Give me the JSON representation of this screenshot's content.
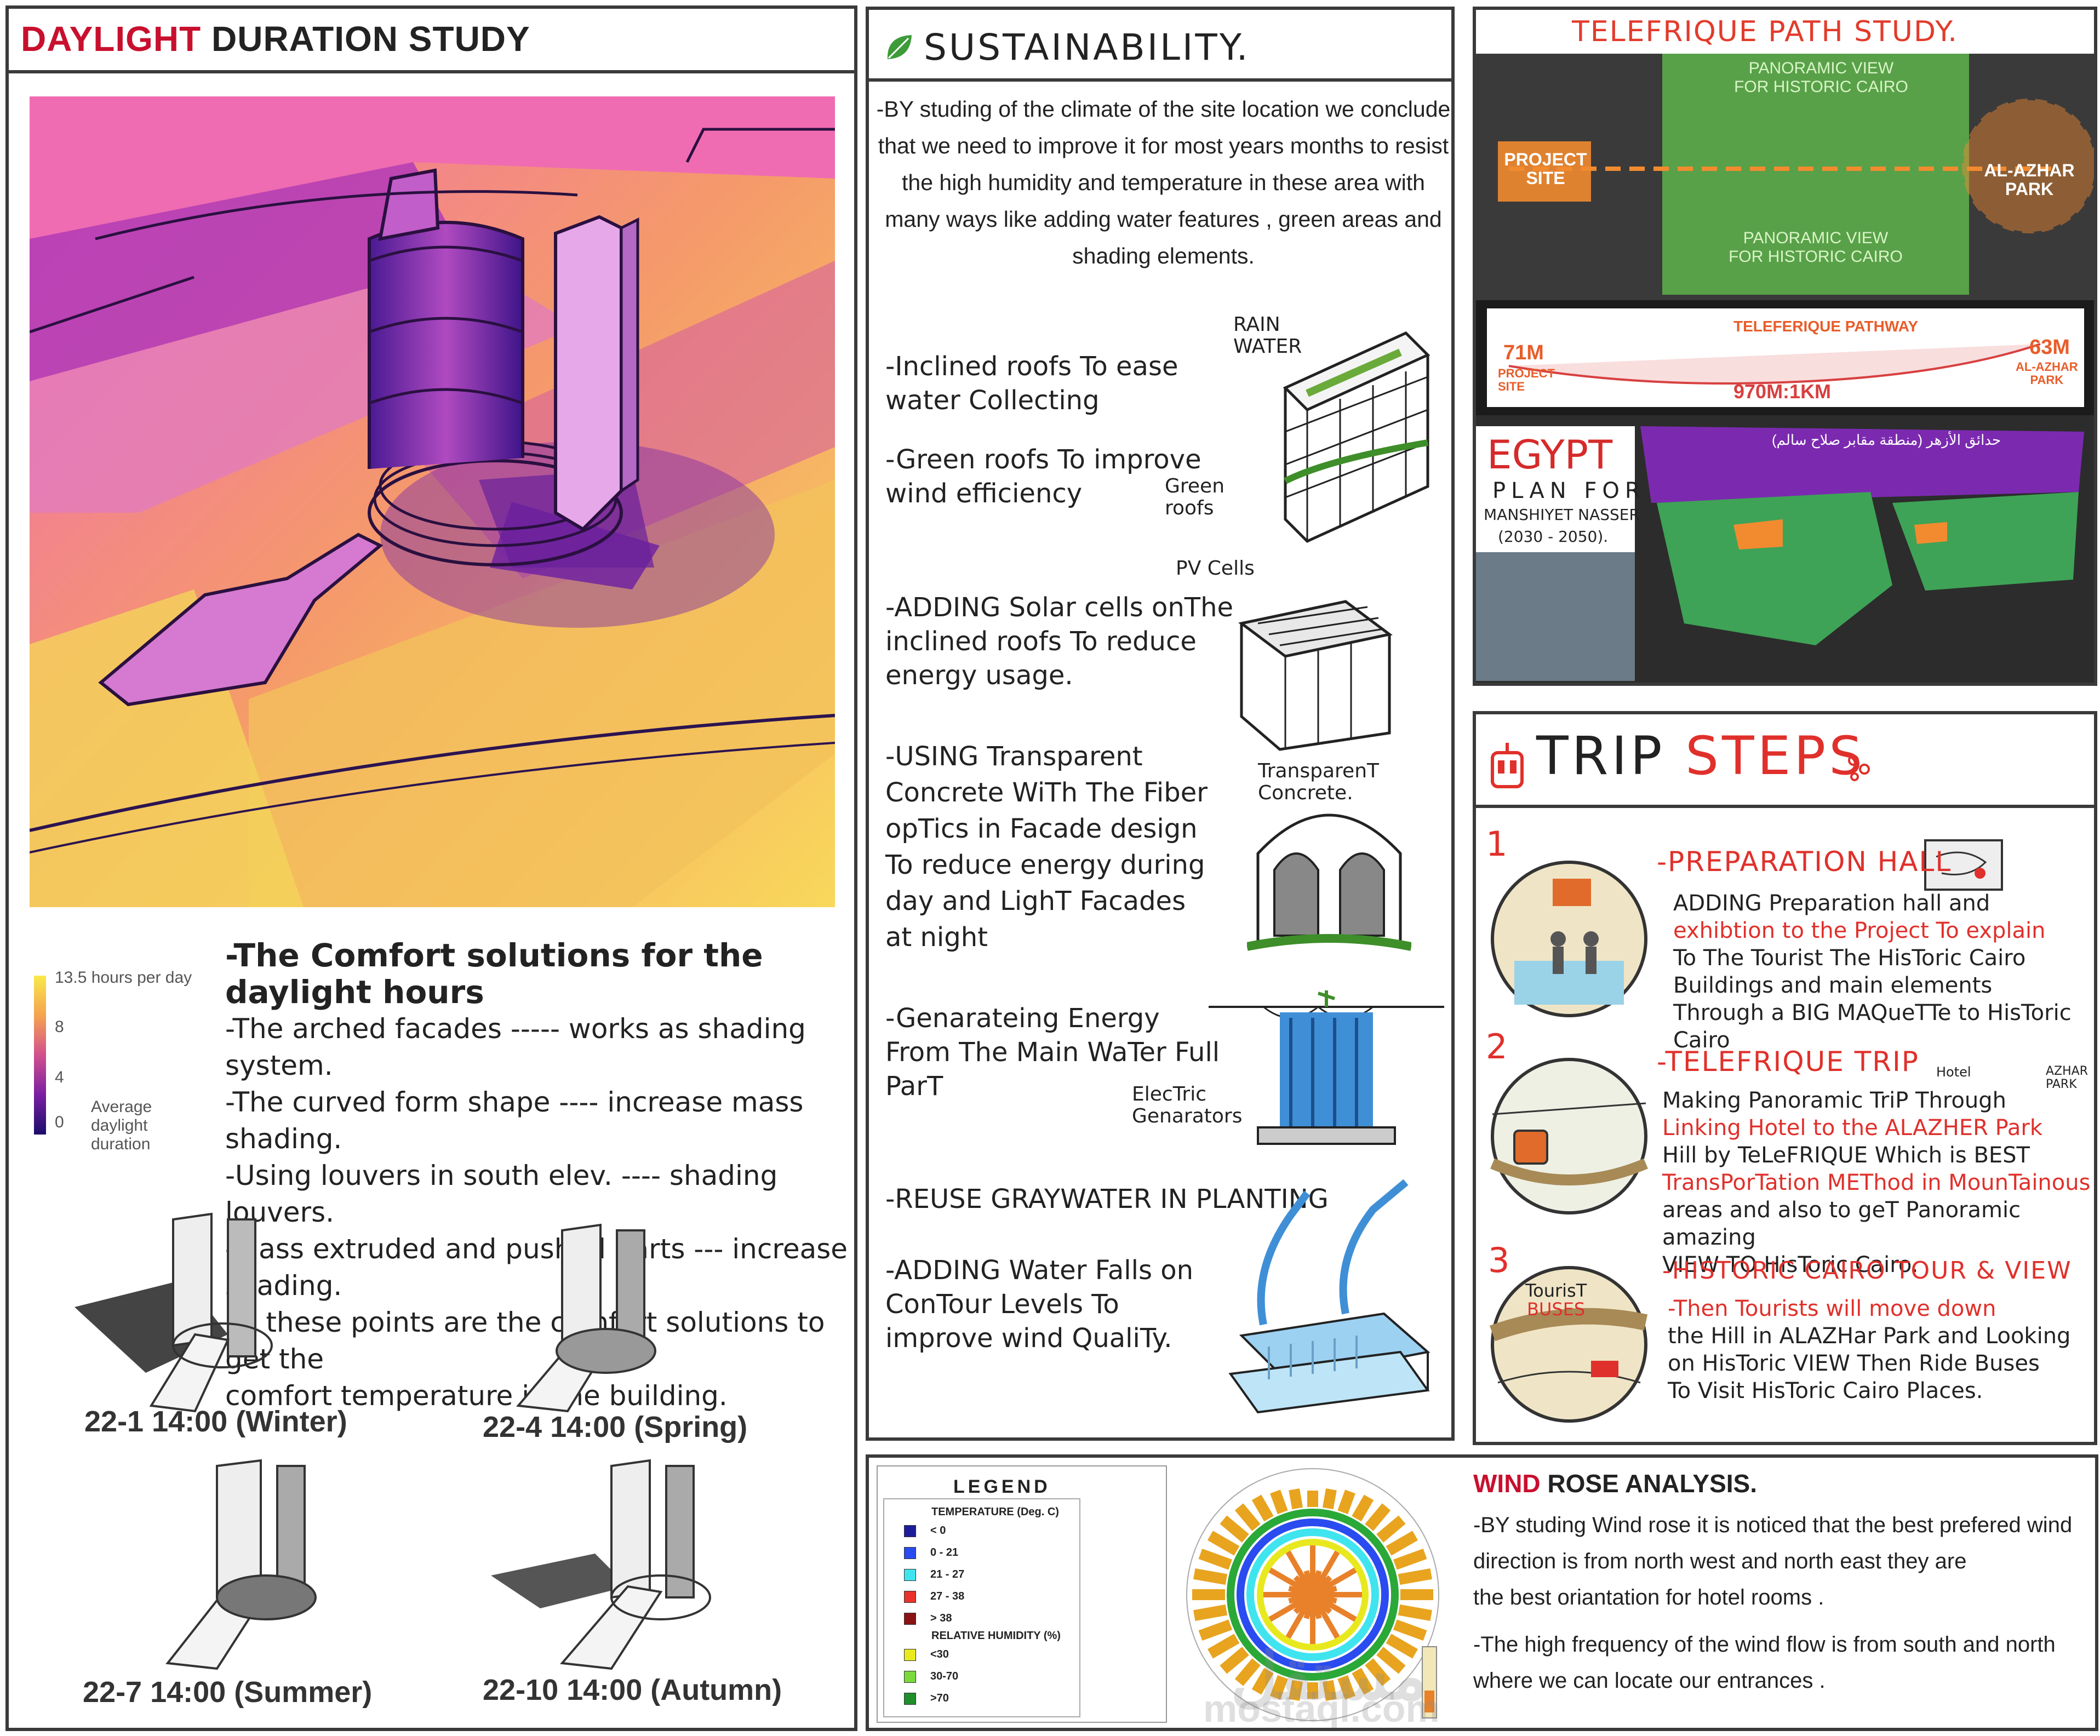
{
  "daylight": {
    "title_red": "DAYLIGHT",
    "title_rest": " DURATION STUDY",
    "legend_max": "13.5 hours per day",
    "legend_8": "8",
    "legend_4": "4",
    "legend_0": "0",
    "legend_caption_1": "Average",
    "legend_caption_2": "daylight",
    "legend_caption_3": "duration",
    "comfort_head": "-The Comfort solutions for the daylight hours",
    "comfort_lines": [
      "-The arched facades ----- works as shading system.",
      "-The curved form shape ---- increase mass shading.",
      "-Using louvers in south elev. ---- shading louvers.",
      "-Mass extruded and pushed parts --- increase shading.",
      "all these points are the comfort solutions to get the",
      "comfort  temperature in the building."
    ],
    "seasons": [
      "22-1  14:00  (Winter)",
      "22-4  14:00  (Spring)",
      "22-7  14:00  (Summer)",
      "22-10  14:00  (Autumn)"
    ]
  },
  "sustainability": {
    "title": "SUSTAINABILITY.",
    "intro": "-BY studing of the climate of the site location we conclude that we need to improve it for most years months to resist the high humidity and temperature in these area with many ways like adding water features , green areas and shading elements.",
    "items": [
      [
        "-Inclined roofs To ease",
        "water Collecting"
      ],
      [
        "-Green roofs  To improve",
        "wind efficiency"
      ],
      [
        "-ADDING Solar cells onThe",
        "inclined roofs To reduce",
        "energy usage."
      ],
      [
        "-USING Transparent",
        "Concrete WiTh The Fiber",
        "opTics in Facade design",
        "To reduce energy during",
        "day  and  LighT  Facades",
        "at night"
      ],
      [
        "-Genarateing Energy",
        "From The Main WaTer Full",
        "ParT"
      ],
      [
        "-REUSE GRAYWATER IN PLANTING"
      ],
      [
        "-ADDING Water Falls on",
        "ConTour Levels To",
        "improve wind QualiTy."
      ]
    ],
    "labels": {
      "rain_water_1": "RAIN",
      "rain_water_2": "WATER",
      "green_roofs_1": "Green",
      "green_roofs_2": "roofs",
      "pv_cells": "PV Cells",
      "transparent_1": "TransparenT",
      "transparent_2": "Concrete.",
      "electric_1": "ElecTric",
      "electric_2": "Genarators"
    }
  },
  "telefrique": {
    "title": "TELEFRIQUE PATH STUDY.",
    "panoramic_top_1": "PANORAMIC VIEW",
    "panoramic_top_2": "FOR HISTORIC CAIRO",
    "panoramic_bottom_1": "PANORAMIC VIEW",
    "panoramic_bottom_2": "FOR HISTORIC CAIRO",
    "project_site_1": "PROJECT",
    "project_site_2": "SITE",
    "park_1": "AL-AZHAR",
    "park_2": "PARK",
    "pathway": "TELEFERIQUE PATHWAY",
    "h_left": "71M",
    "h_left_sub_1": "PROJECT",
    "h_left_sub_2": "SITE",
    "h_right": "63M",
    "h_right_sub_1": "AL-AZHAR",
    "h_right_sub_2": "PARK",
    "distance": "970M:1KM",
    "egypt": "EGYPT",
    "plan": "PLAN FOR",
    "manshiyet": "MANSHIYET NASSER",
    "years": "(2030 - 2050).",
    "arabic_title": "حدائق الأزهر (منطقة مقابر صلاح سالم)"
  },
  "trip": {
    "title_a": "TRIP",
    "title_b": " STEPS",
    "steps": [
      {
        "num": "1",
        "title": "-PREPARATION HALL",
        "lines": [
          "ADDING Preparation hall and",
          "exhibtion to the Project To explain",
          "To The Tourist The HisToric Cairo",
          "Buildings  and  main elements",
          "Through a  BIG MAQueTTe to HisToric Cairo"
        ]
      },
      {
        "num": "2",
        "title": "-TELEFRIQUE TRIP",
        "lines": [
          "Making  Panoramic  TriP Through",
          "Linking  Hotel  to the ALAZHER Park",
          "Hill  by  TeLeFRIQUE  Which is BEST",
          "TransPorTation METhod in MounTainous",
          "areas and also to geT Panoramic amazing",
          "VIEW TO  HisToric  Cairo."
        ]
      },
      {
        "num": "3",
        "title": "-HISTORIC CAIRO TOUR & VIEW",
        "lines": [
          "-Then Tourists will move down",
          "the Hill  in  ALAZHar Park and Looking",
          "on HisToric VIEW Then  Ride Buses",
          "To Visit  HisToric  Cairo Places."
        ]
      }
    ],
    "sketch_labels": {
      "tourist_1": "TourisT",
      "tourist_2": "BUSES",
      "hotel": "Hotel",
      "azhar_park_1": "AZHAR",
      "azhar_park_2": "PARK"
    }
  },
  "wind": {
    "legend_title": "LEGEND",
    "temp_title": "TEMPERATURE (Deg. C)",
    "temp_rows": [
      {
        "label": "< 0",
        "color": "#1d1d9a"
      },
      {
        "label": "0  -  21",
        "color": "#2a4bf0"
      },
      {
        "label": "21  -  27",
        "color": "#3fe4ef"
      },
      {
        "label": "27  -  38",
        "color": "#e8322a"
      },
      {
        "label": "> 38",
        "color": "#8a1212"
      }
    ],
    "hum_title": "RELATIVE HUMIDITY (%)",
    "hum_rows": [
      {
        "label": "<30",
        "color": "#e9e91f"
      },
      {
        "label": "30-70",
        "color": "#7ad93c"
      },
      {
        "label": ">70",
        "color": "#1e8f2a"
      }
    ],
    "title_red": "WIND",
    "title_rest": " ROSE ANALYSIS.",
    "text_lines": [
      "-BY studing Wind rose it is noticed that the best prefered wind",
      "direction is from north west and north east they are",
      "the best oriantation for hotel rooms .",
      "-The high frequency of the wind flow is from south and north",
      "where we can locate our entrances ."
    ],
    "watermark_ar": "مستقل",
    "watermark_en": "mostaql.com"
  },
  "colors": {
    "accent_red": "#c8102e",
    "border": "#3a3a3a"
  }
}
